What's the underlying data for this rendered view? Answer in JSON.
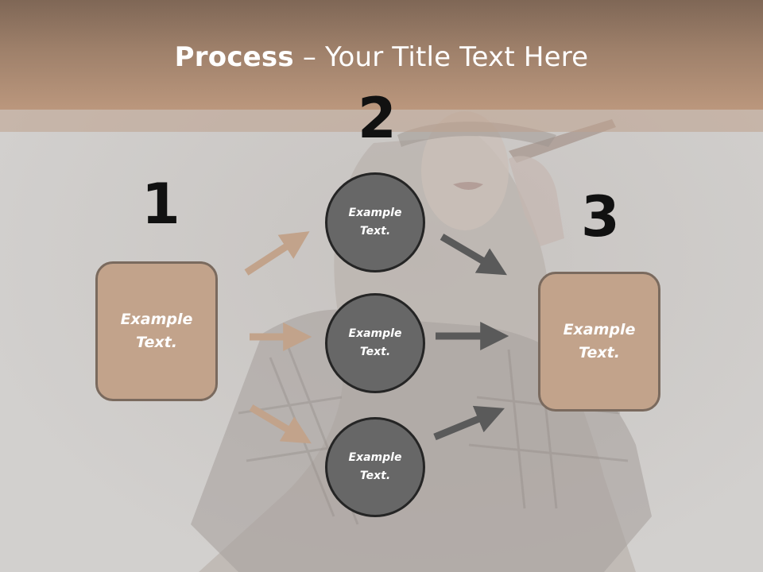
{
  "title": {
    "bold": "Process",
    "dash": " – ",
    "rest": "Your Title Text Here"
  },
  "steps": {
    "one": {
      "number": "1",
      "text": "Example Text."
    },
    "two": {
      "number": "2"
    },
    "three": {
      "number": "3",
      "text": "Example Text."
    }
  },
  "circles": [
    {
      "text": "Example Text."
    },
    {
      "text": "Example Text."
    },
    {
      "text": "Example Text."
    }
  ],
  "colors": {
    "box_fill": "#c2a38b",
    "circle_fill": "#676767",
    "arrow_tan": "#c2a38b",
    "arrow_dark": "#5a5a5a",
    "title_band": "#b08f77"
  }
}
